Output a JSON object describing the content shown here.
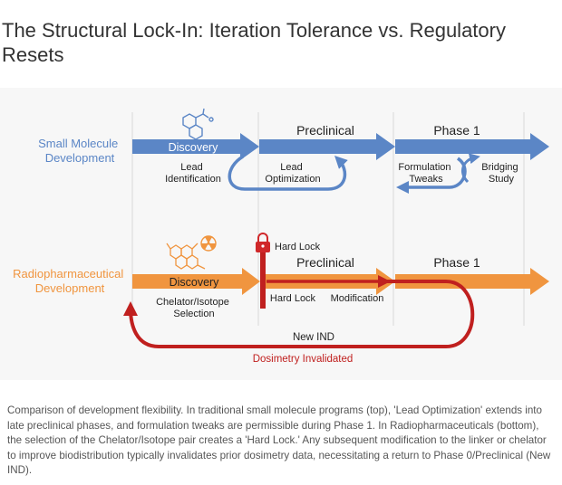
{
  "title": "The Structural Lock-In: Iteration Tolerance vs. Regulatory Resets",
  "small_molecule": {
    "label_line1": "Small Molecule",
    "label_line2": "Development",
    "stages": {
      "discovery": "Discovery",
      "preclinical": "Preclinical",
      "phase1": "Phase 1"
    },
    "steps": {
      "lead_identification": [
        "Lead",
        "Identification"
      ],
      "lead_optimization": [
        "Lead",
        "Optimization"
      ],
      "formulation_tweaks": [
        "Formulation",
        "Tweaks"
      ],
      "bridging_study": [
        "Bridging",
        "Study"
      ]
    }
  },
  "radiopharma": {
    "label_line1": "Radiopharmaceutical",
    "label_line2": "Development",
    "stages": {
      "discovery": "Discovery",
      "preclinical": "Preclinical",
      "phase1": "Phase 1"
    },
    "hard_lock_top": "Hard Lock",
    "steps": {
      "chelator_selection": [
        "Chelator/Isotope",
        "Selection"
      ],
      "hard_lock": "Hard Lock",
      "modification": "Modification"
    },
    "loop_label": "New IND",
    "loop_sublabel": "Dosimetry Invalidated"
  },
  "colors": {
    "small_molecule": "#5b86c6",
    "radiopharma": "#f0953f",
    "reset": "#c0201f",
    "lock": "#d0282a"
  },
  "icons": [
    "molecule-icon",
    "orange-molecule-icon",
    "radiation-icon",
    "padlock-icon"
  ],
  "caption": "Comparison of development flexibility. In traditional small molecule programs (top), 'Lead Optimization' extends into late preclinical phases, and formulation tweaks are permissible during Phase 1. In Radiopharmaceuticals (bottom), the selection of the Chelator/Isotope pair creates a 'Hard Lock.' Any subsequent modification to the linker or chelator to improve biodistribution typically invalidates prior dosimetry data, necessitating a return to Phase 0/Preclinical (New IND)."
}
